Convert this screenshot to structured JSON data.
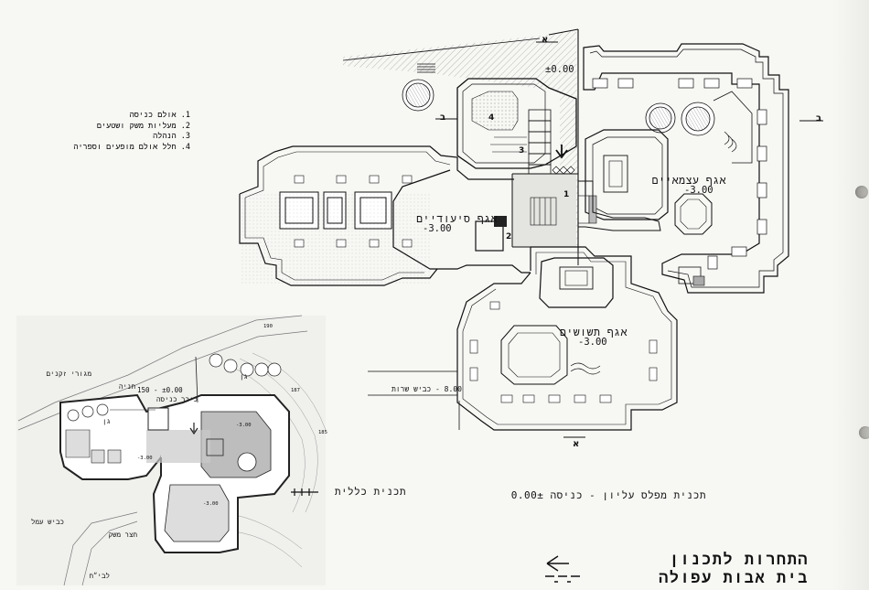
{
  "legend": [
    "1. אולם כניסה",
    "2. מעליות משק ושטעים",
    "3. הנהלה",
    "4. חלל אולם מופעים וספריה"
  ],
  "main_plan": {
    "wings": {
      "east": {
        "name": "אגף עצמאיים",
        "level": "-3.00"
      },
      "west": {
        "name": "אגף סיעודיים",
        "level": "-3.00"
      },
      "south": {
        "name": "אגף תשושים",
        "level": "-3.00"
      }
    },
    "entry_level": "±0.00",
    "road_level": "8.00 - כביש שרות",
    "section_marks": [
      "א",
      "ב",
      "ב",
      "א"
    ],
    "room_numbers": [
      "1",
      "2",
      "3",
      "4"
    ],
    "caption": "תכנית מפלס עליון - כניסה 0.00±"
  },
  "site_plan": {
    "caption": "תכנית כללית",
    "labels": {
      "top_left": "מגורי זקנים",
      "parking": "חניה",
      "entry": "±0.00 - 150",
      "entry_square": "כיכר כניסה",
      "garden_top": "גן",
      "garden_left": "גן",
      "road": "כביש עמל",
      "service_yard": "חצר משק",
      "hospital": "לבי״ח",
      "level_a": "-3.00",
      "level_b": "-3.00",
      "level_c": "-3.00",
      "contour_a": "190",
      "contour_b": "187",
      "contour_c": "185"
    }
  },
  "title": {
    "line1": "התחרות לתכנון",
    "line2": "בית אבות עפולה"
  }
}
